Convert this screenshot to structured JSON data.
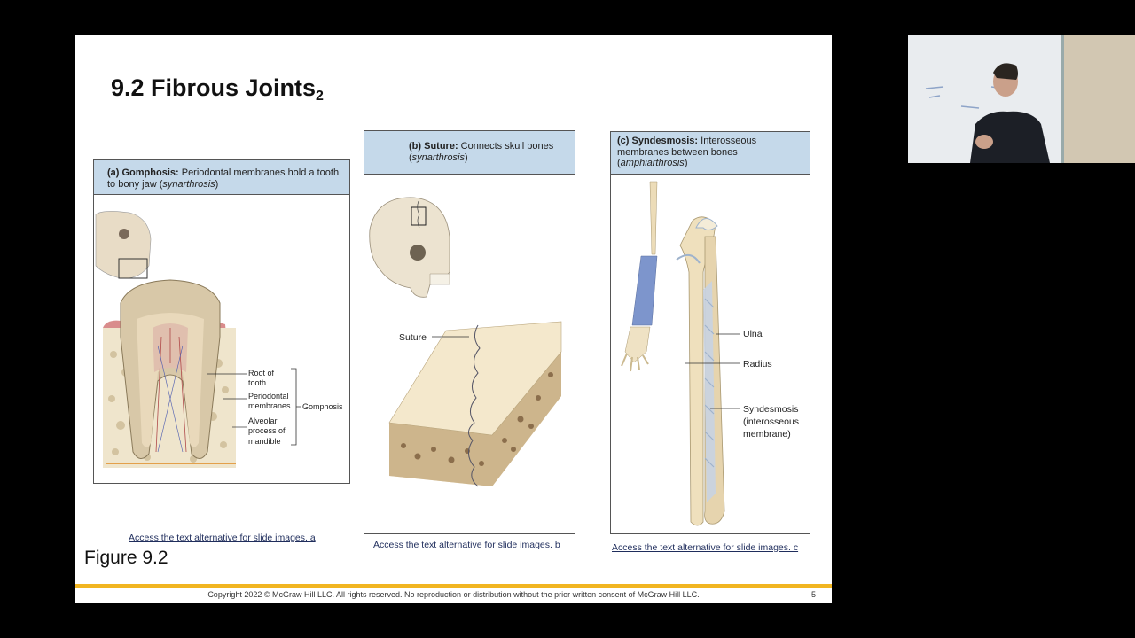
{
  "slide": {
    "title_main": "9.2 Fibrous Joints",
    "title_sub": "2",
    "figure_label": "Figure 9.2",
    "copyright": "Copyright 2022 © McGraw Hill LLC. All rights reserved. No reproduction or distribution without the prior written consent of McGraw Hill LLC.",
    "page_number": "5"
  },
  "panel_a": {
    "cap_bold": "(a) Gomphosis:",
    "cap_text": " Periodontal membranes hold a tooth to bony jaw (",
    "cap_italic": "synarthrosis",
    "cap_end": ")",
    "labels": {
      "root1": "Root of",
      "root2": "tooth",
      "perio1": "Periodontal",
      "perio2": "membranes",
      "alv1": "Alveolar",
      "alv2": "process of",
      "alv3": "mandible",
      "gomphosis": "Gomphosis"
    },
    "link": "Access the text alternative for slide images. a"
  },
  "panel_b": {
    "cap_bold": "(b) Suture:",
    "cap_text": " Connects skull bones (",
    "cap_italic": "synarthrosis",
    "cap_end": ")",
    "labels": {
      "suture": "Suture"
    },
    "link": "Access the text alternative for slide images. b"
  },
  "panel_c": {
    "cap_bold": "(c) Syndesmosis:",
    "cap_text": " Interosseous membranes between bones (",
    "cap_italic": "amphiarthrosis",
    "cap_end": ")",
    "labels": {
      "ulna": "Ulna",
      "radius": "Radius",
      "synd1": "Syndesmosis",
      "synd2": "(interosseous",
      "synd3": "membrane)"
    },
    "link": "Access the text alternative for slide images. c"
  },
  "colors": {
    "caption_bg": "#c5d9ea",
    "accent_bar": "#f1b521",
    "bone": "#ecdcb8",
    "membrane": "#9fb3cc"
  }
}
